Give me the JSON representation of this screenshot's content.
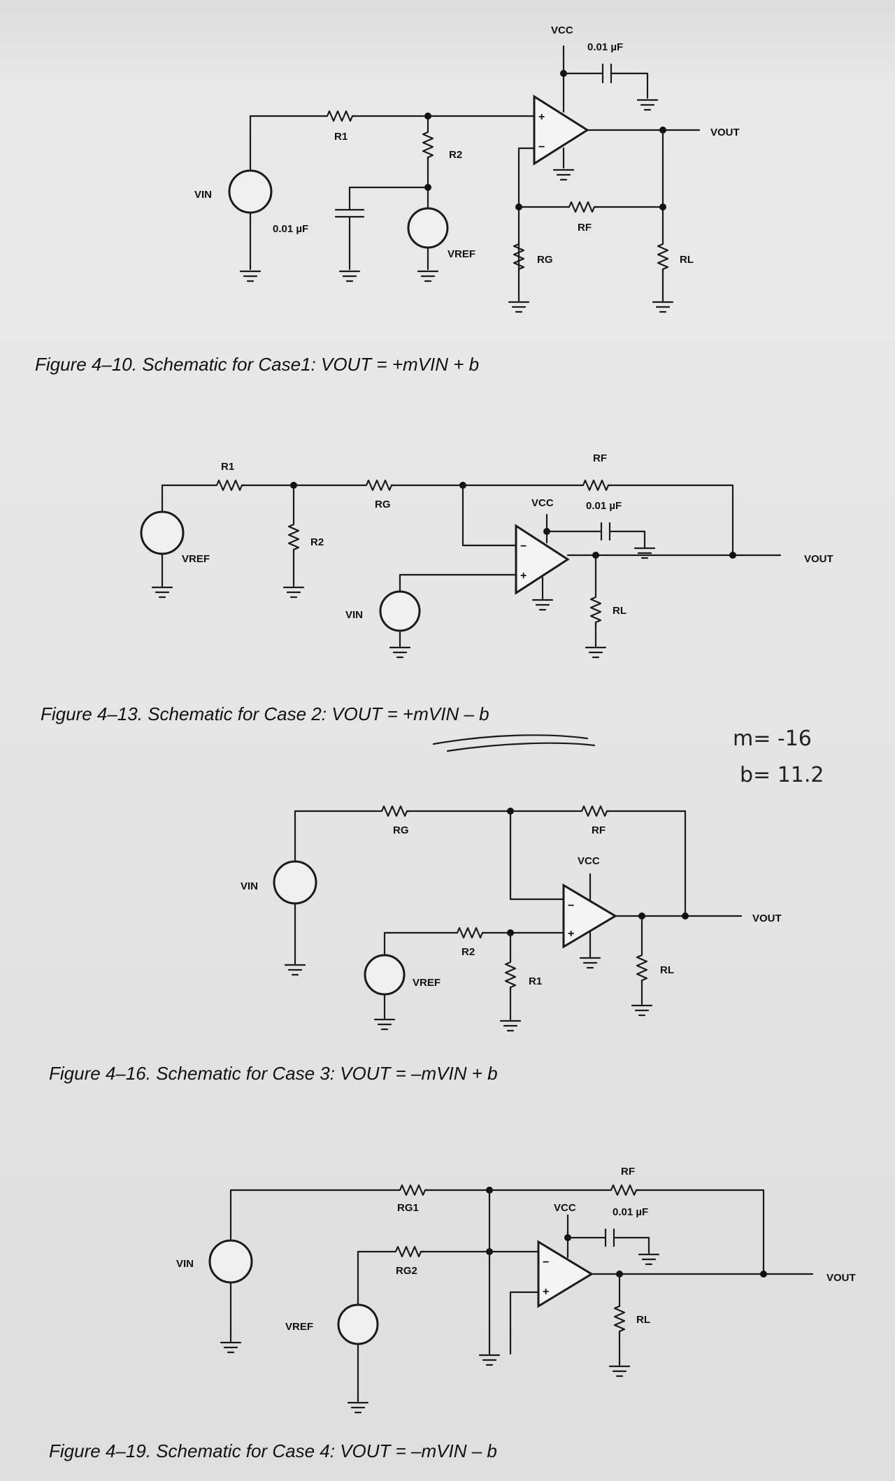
{
  "labels": {
    "vcc": "VCC",
    "cap": "0.01 µF",
    "vout": "VOUT",
    "vin": "VIN",
    "vref": "VREF",
    "r1": "R1",
    "r2": "R2",
    "rf": "RF",
    "rg": "RG",
    "rl": "RL",
    "rg1": "RG1",
    "rg2": "RG2",
    "plus": "+",
    "minus": "−"
  },
  "captions": {
    "fig1": "Figure 4–10. Schematic for Case1: VOUT = +mVIN + b",
    "fig2": "Figure 4–13. Schematic for Case 2: VOUT = +mVIN – b",
    "fig3": "Figure 4–16. Schematic for Case 3: VOUT = –mVIN + b",
    "fig4": "Figure 4–19. Schematic for Case 4: VOUT = –mVIN – b"
  },
  "handwritten": {
    "line1": "m= -16",
    "line2": "b= 11.2"
  }
}
